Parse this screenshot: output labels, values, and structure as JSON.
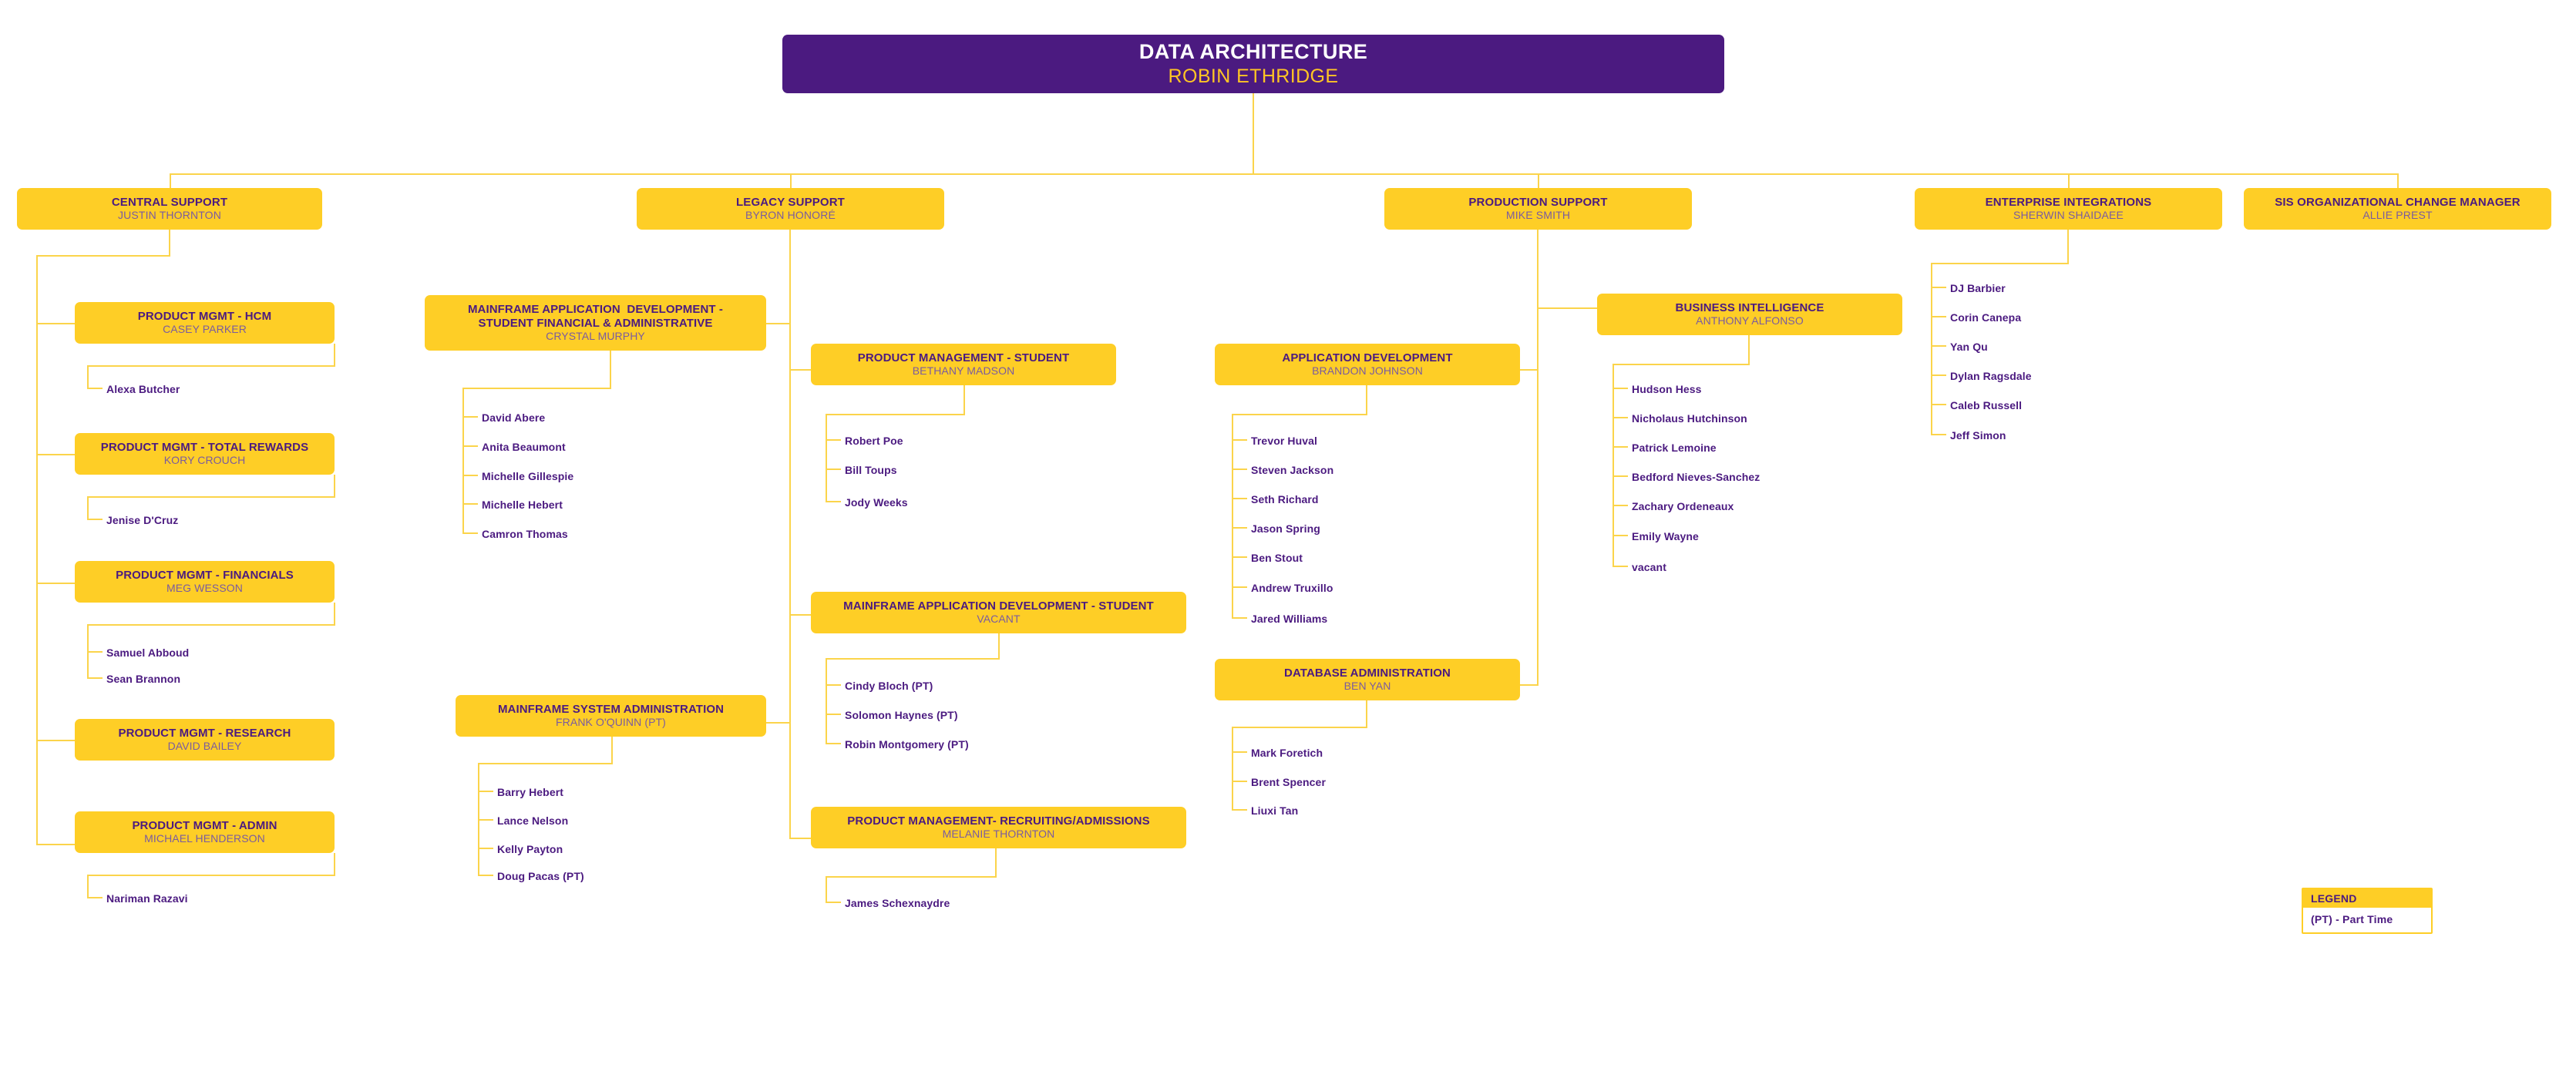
{
  "chart_data": {
    "type": "diagram",
    "title": "DATA ARCHITECTURE",
    "diagram_kind": "organizational-chart",
    "root": {
      "title": "DATA ARCHITECTURE",
      "person": "ROBIN ETHRIDGE"
    }
  },
  "root": {
    "title": "DATA ARCHITECTURE",
    "person": "ROBIN ETHRIDGE"
  },
  "divisions": {
    "central_support": {
      "title": "CENTRAL SUPPORT",
      "person": "JUSTIN THORNTON",
      "units": [
        {
          "title": "PRODUCT MGMT - HCM",
          "person": "CASEY PARKER",
          "people": [
            "Alexa Butcher"
          ]
        },
        {
          "title": "PRODUCT MGMT - TOTAL REWARDS",
          "person": "KORY CROUCH",
          "people": [
            "Jenise D'Cruz"
          ]
        },
        {
          "title": "PRODUCT MGMT - FINANCIALS",
          "person": "MEG WESSON",
          "people": [
            "Samuel Abboud",
            "Sean Brannon"
          ]
        },
        {
          "title": "PRODUCT MGMT - RESEARCH",
          "person": "DAVID BAILEY",
          "people": []
        },
        {
          "title": "PRODUCT MGMT - ADMIN",
          "person": "MICHAEL HENDERSON",
          "people": [
            "Nariman Razavi"
          ]
        }
      ]
    },
    "legacy_support": {
      "title": "LEGACY SUPPORT",
      "person": "BYRON HONORÉ",
      "units": [
        {
          "title": "MAINFRAME APPLICATION  DEVELOPMENT -\nSTUDENT FINANCIAL & ADMINISTRATIVE",
          "person": "CRYSTAL MURPHY",
          "people": [
            "David Abere",
            "Anita Beaumont",
            "Michelle Gillespie",
            "Michelle Hebert",
            "Camron Thomas"
          ]
        },
        {
          "title": "MAINFRAME SYSTEM ADMINISTRATION",
          "person": "FRANK O'QUINN (PT)",
          "people": [
            "Barry Hebert",
            "Lance Nelson",
            "Kelly Payton",
            "Doug Pacas (PT)"
          ]
        },
        {
          "title": "PRODUCT MANAGEMENT - STUDENT",
          "person": "BETHANY MADSON",
          "people": [
            "Robert Poe",
            "Bill Toups",
            "Jody Weeks"
          ]
        },
        {
          "title": "MAINFRAME APPLICATION DEVELOPMENT - STUDENT",
          "person": "VACANT",
          "people": [
            "Cindy Bloch (PT)",
            "Solomon Haynes (PT)",
            "Robin Montgomery (PT)"
          ]
        },
        {
          "title": "PRODUCT MANAGEMENT- RECRUITING/ADMISSIONS",
          "person": "MELANIE THORNTON",
          "people": [
            "James Schexnaydre"
          ]
        }
      ]
    },
    "production_support": {
      "title": "PRODUCTION SUPPORT",
      "person": "MIKE SMITH",
      "units": [
        {
          "title": "APPLICATION DEVELOPMENT",
          "person": "BRANDON JOHNSON",
          "people": [
            "Trevor Huval",
            "Steven Jackson",
            "Seth Richard",
            "Jason Spring",
            "Ben Stout",
            "Andrew Truxillo",
            "Jared Williams"
          ]
        },
        {
          "title": "DATABASE ADMINISTRATION",
          "person": "BEN YAN",
          "people": [
            "Mark Foretich",
            "Brent Spencer",
            "Liuxi Tan"
          ]
        },
        {
          "title": "BUSINESS INTELLIGENCE",
          "person": "ANTHONY ALFONSO",
          "people": [
            "Hudson Hess",
            "Nicholaus Hutchinson",
            "Patrick Lemoine",
            "Bedford Nieves-Sanchez",
            "Zachary Ordeneaux",
            "Emily Wayne",
            "vacant"
          ]
        }
      ]
    },
    "enterprise_integrations": {
      "title": "ENTERPRISE INTEGRATIONS",
      "person": "SHERWIN SHAIDAEE",
      "people": [
        "DJ Barbier",
        "Corin Canepa",
        "Yan Qu",
        "Dylan Ragsdale",
        "Caleb Russell",
        "Jeff Simon"
      ]
    },
    "sis_change_manager": {
      "title": "SIS ORGANIZATIONAL CHANGE MANAGER",
      "person": "ALLIE PREST"
    }
  },
  "legend": {
    "header": "LEGEND",
    "entry": "(PT) - Part Time"
  },
  "colors": {
    "root_fill": "#4B1A80",
    "unit_fill": "#FECE26",
    "connector": "#FBD44B",
    "title_text": "#4B1A80",
    "sub_text": "#7A5BA0",
    "root_sub_text": "#FFC524"
  }
}
